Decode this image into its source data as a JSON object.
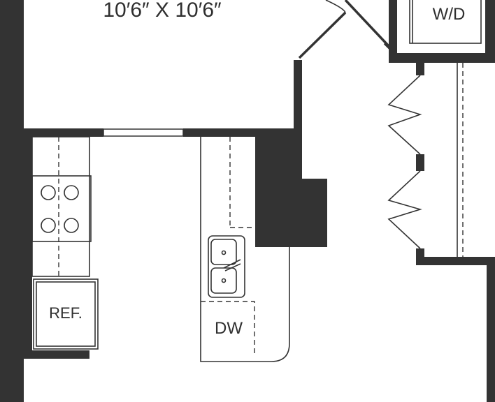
{
  "room_dimension": "10′6″ X 10′6″",
  "labels": {
    "washer_dryer": "W/D",
    "refrigerator": "REF.",
    "dishwasher": "DW"
  },
  "colors": {
    "wall": "#333333",
    "background": "#ffffff"
  }
}
